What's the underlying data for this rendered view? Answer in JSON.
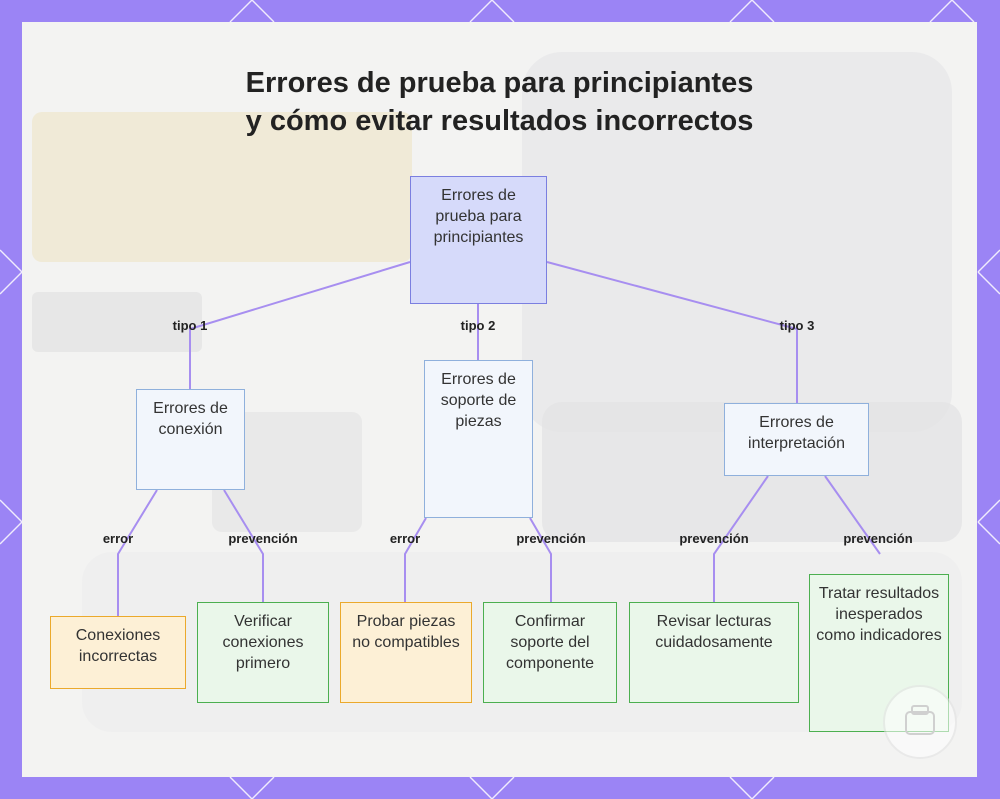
{
  "title": {
    "line1": "Errores de prueba para principiantes",
    "line2": "y cómo evitar resultados incorrectos"
  },
  "nodes": {
    "root": "Errores de prueba para principiantes",
    "conexion": "Errores de conexión",
    "soporte": "Errores de soporte de piezas",
    "interpretacion": "Errores de interpretación",
    "conexiones_incorrectas": "Conexiones incorrectas",
    "verificar_conexiones": "Verificar conexiones primero",
    "probar_piezas": "Probar piezas no compatibles",
    "confirmar_soporte": "Confirmar soporte del componente",
    "revisar_lecturas": "Revisar lecturas cuidadosamente",
    "tratar_resultados": "Tratar resultados inesperados como indicadores"
  },
  "edge_labels": {
    "tipo1": "tipo 1",
    "tipo2": "tipo 2",
    "tipo3": "tipo 3",
    "error1": "error",
    "prevencion1": "prevención",
    "error2": "error",
    "prevencion2": "prevención",
    "prevencion3": "prevención",
    "prevencion4": "prevención"
  },
  "colors": {
    "frame": "#9b84f5",
    "connector": "#a78ef0",
    "root_fill": "#d6dafa",
    "root_border": "#7b7fe0",
    "mid_border": "#8fb0dc",
    "error_fill": "#fdf0d6",
    "error_border": "#eba92c",
    "prevention_fill": "#eaf7ea",
    "prevention_border": "#4caf50"
  }
}
